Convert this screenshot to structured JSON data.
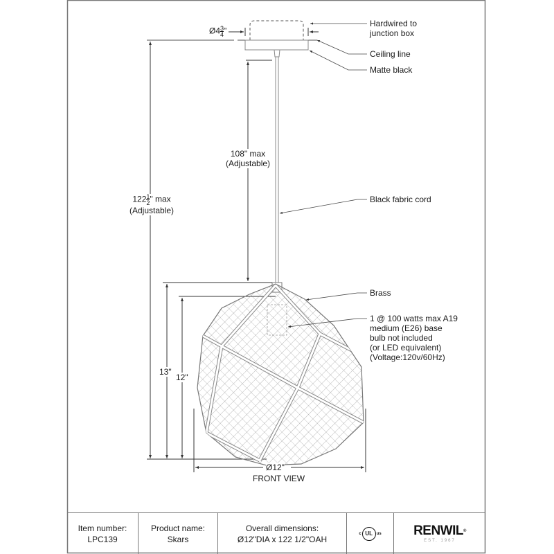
{
  "drawing": {
    "view_label": "FRONT VIEW",
    "dimensions": {
      "canopy_diameter_prefix": "Ø4",
      "canopy_diameter_num": "3",
      "canopy_diameter_den": "4",
      "canopy_diameter_suffix": "\"",
      "cord_length_line1": "108\" max",
      "cord_length_line2": "(Adjustable)",
      "overall_height_prefix": "122",
      "overall_height_num": "1",
      "overall_height_den": "2",
      "overall_height_suffix": "\" max",
      "overall_height_line2": "(Adjustable)",
      "shade_height_with_socket": "13\"",
      "shade_height": "12\"",
      "shade_diameter": "Ø12\""
    },
    "callouts": {
      "junction_box_line1": "Hardwired to",
      "junction_box_line2": "junction box",
      "ceiling": "Ceiling line",
      "finish": "Matte black",
      "cord": "Black fabric cord",
      "shade_finish": "Brass",
      "bulb_line1": "1 @ 100 watts max A19",
      "bulb_line2": "medium (E26) base",
      "bulb_line3": "bulb not included",
      "bulb_line4": "(or LED equivalent)",
      "bulb_line5": "(Voltage:120v/60Hz)"
    }
  },
  "title_block": {
    "item_label": "Item number:",
    "item_value": "LPC139",
    "product_label": "Product name:",
    "product_value": "Skars",
    "overall_label": "Overall dimensions:",
    "overall_value": "Ø12\"DIA x 122 1/2\"OAH",
    "certification_icon": "cul-us-listed-icon",
    "ul_c": "c",
    "ul_mark": "UL",
    "ul_us": "us",
    "brand": "RENWIL",
    "brand_mark": "®",
    "brand_tagline": "EST. 1967"
  },
  "colors": {
    "line": "#555555",
    "frame": "#777777",
    "text": "#1a1a1a"
  }
}
